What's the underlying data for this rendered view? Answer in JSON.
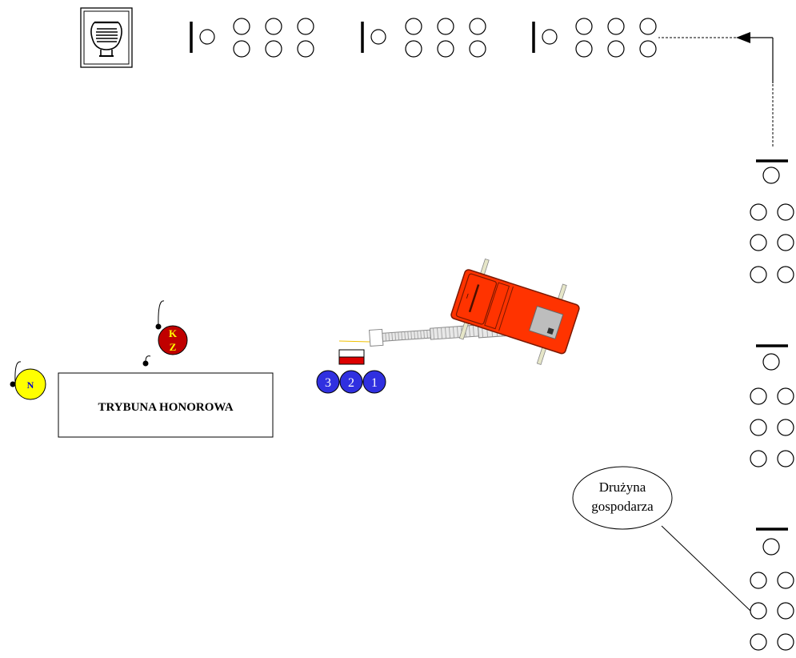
{
  "tribune": {
    "label": "TRYBUNA HONOROWA"
  },
  "callout": {
    "line1": "Drużyna",
    "line2": "gospodarza"
  },
  "markers": {
    "n": {
      "label": "N",
      "color": "#ffff00",
      "text_color": "#0000cc"
    },
    "kz": {
      "line1": "K",
      "line2": "Z",
      "color": "#c00000",
      "text_color": "#ffff00"
    },
    "guard": [
      {
        "label": "3"
      },
      {
        "label": "2"
      },
      {
        "label": "1"
      }
    ],
    "guard_color": "#3030e0"
  },
  "colors": {
    "truck": "#ff3300",
    "flag_white": "#ffffff",
    "flag_red": "#dd0000"
  },
  "icons": {
    "band": "lyre-icon",
    "fire_truck": "fire-truck-icon",
    "flag": "polish-flag-icon",
    "arrow": "arrow-left-icon"
  }
}
